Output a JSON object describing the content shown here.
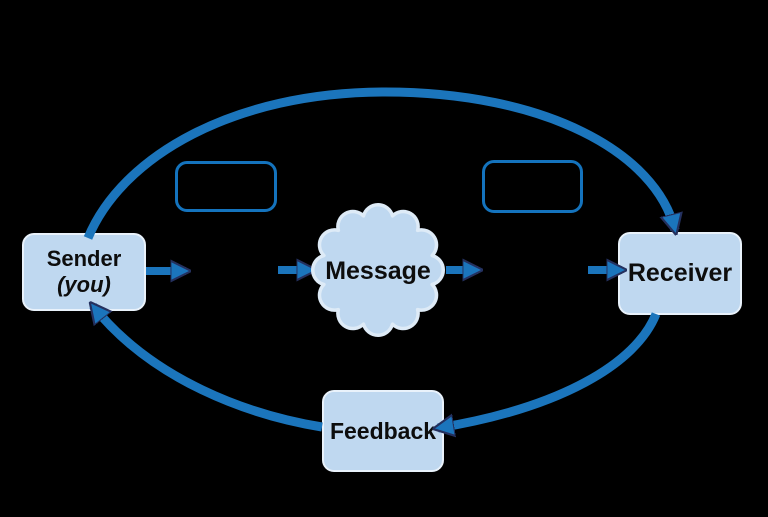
{
  "diagram": {
    "description": "Communication cycle diagram",
    "nodes": {
      "sender": {
        "label": "Sender",
        "sublabel": "(you)"
      },
      "message": {
        "label": "Message"
      },
      "receiver": {
        "label": "Receiver"
      },
      "feedback": {
        "label": "Feedback"
      },
      "empty_box_left": {
        "label": ""
      },
      "empty_box_right": {
        "label": ""
      }
    },
    "connections": [
      {
        "from": "sender",
        "to": "message",
        "style": "straight-arrow"
      },
      {
        "from": "message",
        "to": "receiver",
        "style": "straight-arrow"
      },
      {
        "from": "sender",
        "to": "receiver",
        "style": "curved-arrow-over-top"
      },
      {
        "from": "receiver",
        "to": "feedback",
        "style": "curved-arrow-bottom"
      },
      {
        "from": "feedback",
        "to": "sender",
        "style": "curved-arrow-bottom"
      }
    ],
    "colors": {
      "background": "#000000",
      "flow_blue": "#1B75BC",
      "arrowhead_outline": "#24305E",
      "node_fill": "#BFD8F0",
      "node_border": "#E9F2FB",
      "starburst_border": "#DEEBF7",
      "empty_box_border": "#1473BD",
      "label_text": "#0D0D0D"
    }
  }
}
